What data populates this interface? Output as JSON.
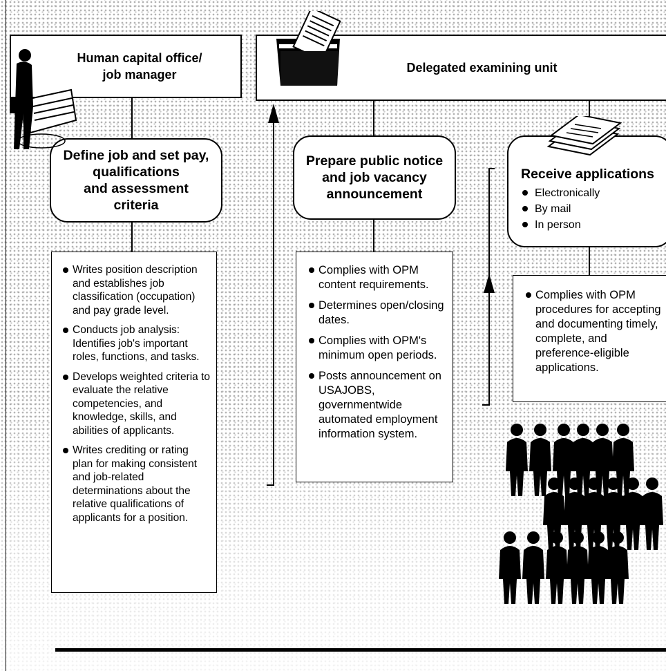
{
  "headers": {
    "left": "Human capital office/\njob manager",
    "right": "Delegated examining unit"
  },
  "steps": {
    "define": {
      "title": "Define job and set pay,\nqualifications\nand assessment\ncriteria",
      "details": [
        "Writes position description and establishes job classification (occupation) and pay grade level.",
        "Conducts job analysis: Identifies job's important roles, functions, and tasks.",
        "Develops weighted criteria to evaluate the relative competencies, and knowledge, skills, and abilities of applicants.",
        "Writes crediting or rating plan for making consistent and job-related determinations about the relative qualifications of applicants for a position."
      ]
    },
    "prepare": {
      "title": "Prepare public notice\nand job vacancy\nannouncement",
      "details": [
        "Complies with OPM content requirements.",
        "Determines open/closing dates.",
        "Complies with OPM's minimum open periods.",
        "Posts announcement on USAJOBS, governmentwide automated employment information system."
      ]
    },
    "receive": {
      "title": "Receive applications",
      "methods": [
        "Electronically",
        "By mail",
        "In person"
      ],
      "details": [
        "Complies with OPM procedures for accepting and documenting timely, complete, and preference-eligible applications."
      ]
    }
  },
  "icons": {
    "manager": "businessman-with-building-icon",
    "folder": "folder-with-document-icon",
    "papers": "stack-of-papers-icon",
    "applicants": "crowd-of-applicants-icon"
  }
}
